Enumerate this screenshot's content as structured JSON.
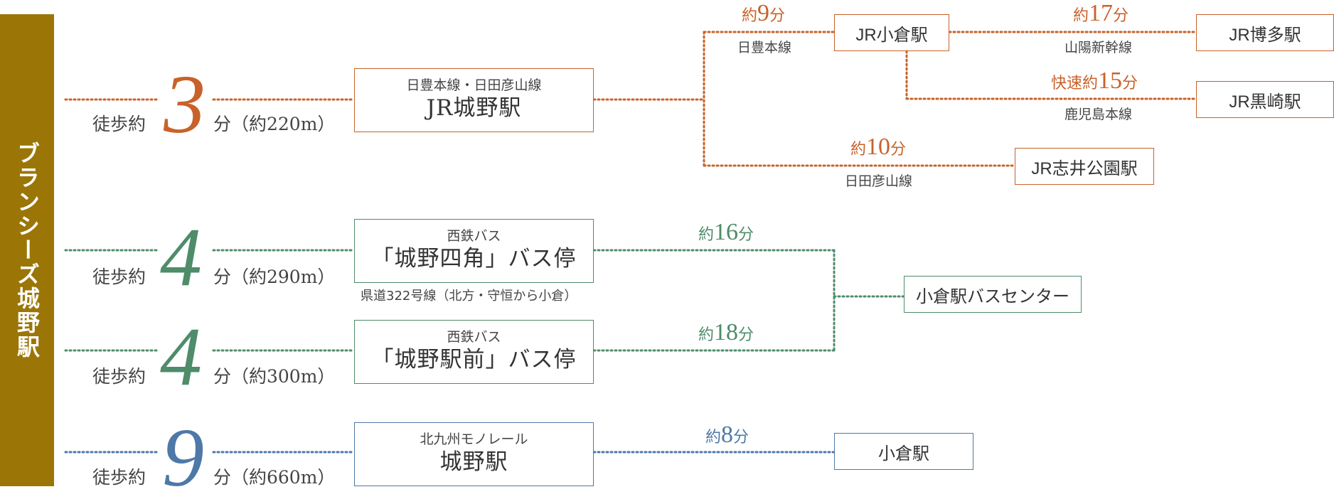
{
  "colors": {
    "jr": "#C8622A",
    "bus": "#4E8C6A",
    "monorail": "#4E78A8",
    "brand": "#9B7607"
  },
  "origin": {
    "label": "ブランシーズ城野駅"
  },
  "routes": [
    {
      "walk_prefix": "徒歩約",
      "walk_minutes": "3",
      "walk_suffix": "分（約220m）",
      "stop_sub": "日豊本線・日田彦山線",
      "stop_main": "JR城野駅"
    },
    {
      "walk_prefix": "徒歩約",
      "walk_minutes": "4",
      "walk_suffix": "分（約290m）",
      "stop_sub": "西鉄バス",
      "stop_main": "「城野四角」バス停",
      "note": "県道322号線（北方・守恒から小倉）"
    },
    {
      "walk_prefix": "徒歩約",
      "walk_minutes": "4",
      "walk_suffix": "分（約300m）",
      "stop_sub": "西鉄バス",
      "stop_main": "「城野駅前」バス停"
    },
    {
      "walk_prefix": "徒歩約",
      "walk_minutes": "9",
      "walk_suffix": "分（約660m）",
      "stop_sub": "北九州モノレール",
      "stop_main": "城野駅"
    }
  ],
  "destinations": {
    "kokura_jr": "JR小倉駅",
    "hakata": "JR博多駅",
    "kurosaki": "JR黒崎駅",
    "shiikoen": "JR志井公園駅",
    "bus_center": "小倉駅バスセンター",
    "kokura_mono": "小倉駅"
  },
  "times": {
    "to_kokura": {
      "pre": "約",
      "num": "9",
      "unit": "分"
    },
    "to_hakata": {
      "pre": "約",
      "num": "17",
      "unit": "分"
    },
    "to_kurosaki": {
      "pre": "快速約",
      "num": "15",
      "unit": "分"
    },
    "to_shiikoen": {
      "pre": "約",
      "num": "10",
      "unit": "分"
    },
    "bus1": {
      "pre": "約",
      "num": "16",
      "unit": "分"
    },
    "bus2": {
      "pre": "約",
      "num": "18",
      "unit": "分"
    },
    "mono": {
      "pre": "約",
      "num": "8",
      "unit": "分"
    }
  },
  "lines": {
    "nippo": "日豊本線",
    "sanyo": "山陽新幹線",
    "kagoshima": "鹿児島本線",
    "hitahikosan": "日田彦山線"
  }
}
